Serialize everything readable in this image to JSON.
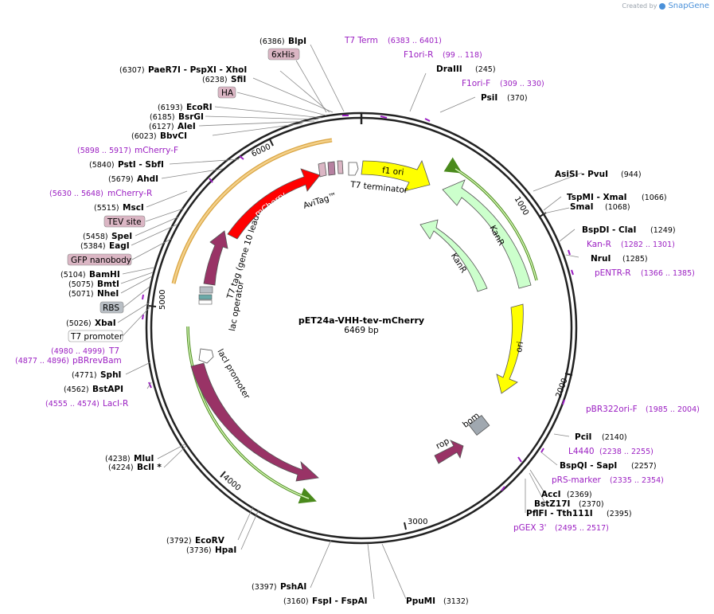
{
  "brand": {
    "created_by": "Created by",
    "app": "SnapGene"
  },
  "plasmid": {
    "name": "pET24a-VHH-tev-mCherry",
    "size": "6469 bp"
  },
  "ticks": [
    "1000",
    "2000",
    "3000",
    "4000",
    "5000",
    "6000"
  ],
  "sites": [
    {
      "pos": "(6386)",
      "name": "BlpI"
    },
    {
      "pos": "(6307)",
      "name": "PaeR7I - PspXI - XhoI"
    },
    {
      "pos": "(6238)",
      "name": "SfiI"
    },
    {
      "pos": "(6193)",
      "name": "EcoRI"
    },
    {
      "pos": "(6185)",
      "name": "BsrGI"
    },
    {
      "pos": "(6127)",
      "name": "AleI"
    },
    {
      "pos": "(6023)",
      "name": "BbvCI"
    },
    {
      "pos": "(5840)",
      "name": "PstI - SbfI"
    },
    {
      "pos": "(5679)",
      "name": "AhdI"
    },
    {
      "pos": "(5515)",
      "name": "MscI"
    },
    {
      "pos": "(5458)",
      "name": "SpeI"
    },
    {
      "pos": "(5384)",
      "name": "EagI"
    },
    {
      "pos": "(5104)",
      "name": "BamHI"
    },
    {
      "pos": "(5075)",
      "name": "BmtI"
    },
    {
      "pos": "(5071)",
      "name": "NheI"
    },
    {
      "pos": "(5026)",
      "name": "XbaI"
    },
    {
      "pos": "(4771)",
      "name": "SphI"
    },
    {
      "pos": "(4562)",
      "name": "BstAPI"
    },
    {
      "pos": "(4238)",
      "name": "MluI"
    },
    {
      "pos": "(4224)",
      "name": "BclI *"
    },
    {
      "pos": "(3792)",
      "name": "EcoRV"
    },
    {
      "pos": "(3736)",
      "name": "HpaI"
    },
    {
      "pos": "(3397)",
      "name": "PshAI"
    },
    {
      "pos": "(3160)",
      "name": "FspI - FspAI"
    },
    {
      "pos": "(3132)",
      "name": "PpuMI"
    },
    {
      "pos": "(245)",
      "name": "DraIII"
    },
    {
      "pos": "(370)",
      "name": "PsiI"
    },
    {
      "pos": "(944)",
      "name": "AsiSI - PvuI"
    },
    {
      "pos": "(1066)",
      "name": "TspMI - XmaI"
    },
    {
      "pos": "(1068)",
      "name": "SmaI"
    },
    {
      "pos": "(1249)",
      "name": "BspDI - ClaI"
    },
    {
      "pos": "(1285)",
      "name": "NruI"
    },
    {
      "pos": "(2140)",
      "name": "PciI"
    },
    {
      "pos": "(2257)",
      "name": "BspQI - SapI"
    },
    {
      "pos": "(2369)",
      "name": "AccI"
    },
    {
      "pos": "(2370)",
      "name": "BstZ17I"
    },
    {
      "pos": "(2395)",
      "name": "PflFI - Tth111I"
    }
  ],
  "primers": [
    {
      "name": "T7 Term",
      "range": "(6383 .. 6401)"
    },
    {
      "name": "F1ori-R",
      "range": "(99 .. 118)"
    },
    {
      "name": "F1ori-F",
      "range": "(309 .. 330)"
    },
    {
      "name": "Kan-R",
      "range": "(1282 .. 1301)"
    },
    {
      "name": "pENTR-R",
      "range": "(1366 .. 1385)"
    },
    {
      "name": "pBR322ori-F",
      "range": "(1985 .. 2004)"
    },
    {
      "name": "L4440",
      "range": "(2238 .. 2255)"
    },
    {
      "name": "pRS-marker",
      "range": "(2335 .. 2354)"
    },
    {
      "name": "pGEX 3'",
      "range": "(2495 .. 2517)"
    },
    {
      "name": "mCherry-F",
      "range": "(5898 .. 5917)"
    },
    {
      "name": "mCherry-R",
      "range": "(5630 .. 5648)"
    },
    {
      "name": "T7",
      "range": "(4980 .. 4999)"
    },
    {
      "name": "pBRrevBam",
      "range": "(4877 .. 4896)"
    },
    {
      "name": "LacI-R",
      "range": "(4555 .. 4574)"
    }
  ],
  "boxed_features": [
    "6xHis",
    "HA",
    "TEV site",
    "GFP nanobody",
    "RBS",
    "T7 promoter"
  ],
  "features": {
    "f1_ori": "f1 ori",
    "kanr1": "KanR",
    "kanr2": "KanR",
    "ori": "ori",
    "rop": "rop",
    "bom": "bom",
    "laci": "lacI",
    "laci_promoter": "lacI promoter",
    "lac_operator": "lac operator",
    "t7_tag": "T7 tag (gene 10 leader)",
    "mcherry": "mCherry",
    "avitag": "AviTag™",
    "t7_terminator": "T7 terminator"
  },
  "colors": {
    "primer": "#9b1fc2",
    "boxed": "#dbb6c4",
    "rbs": "#b8bec4",
    "mcherry": "#ff0000",
    "t7tag": "#993366",
    "f1ori": "#ffff00",
    "kanr": "#ccffcc",
    "rop": "#993366",
    "bom": "#a0a8b0"
  }
}
